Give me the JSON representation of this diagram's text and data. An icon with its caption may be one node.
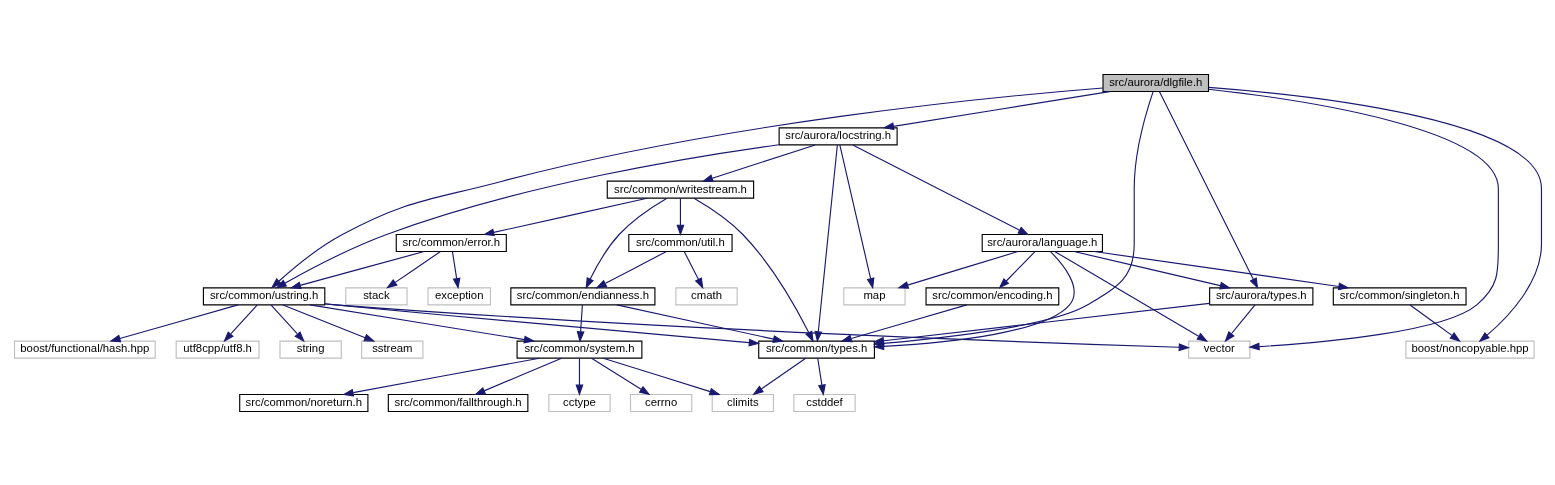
{
  "diagram": {
    "nodes": [
      {
        "text": [
          "src/aurora/dlgfile.h"
        ]
      },
      {
        "text": [
          "src/aurora/locstring.h"
        ]
      },
      {
        "text": [
          "src/common/writestream.h"
        ]
      },
      {
        "text": [
          "src/aurora/language.h"
        ]
      },
      {
        "text": [
          "src/common/error.h"
        ]
      },
      {
        "text": [
          "src/common/util.h"
        ]
      },
      {
        "text": [
          "src/aurora/types.h"
        ]
      },
      {
        "text": [
          "src/common/ustring.h"
        ]
      },
      {
        "text": [
          "src/common/encoding.h"
        ]
      },
      {
        "text": [
          "src/common/singleton.h"
        ]
      },
      {
        "text": [
          "map"
        ]
      },
      {
        "text": [
          "exception"
        ]
      },
      {
        "text": [
          "stack"
        ]
      },
      {
        "text": [
          "src/common/endianness.h"
        ]
      },
      {
        "text": [
          "cmath"
        ]
      },
      {
        "text": [
          "vector"
        ]
      },
      {
        "text": [
          "boost/functional/hash.hpp"
        ]
      },
      {
        "text": [
          "utf8cpp/utf8.h"
        ]
      },
      {
        "text": [
          "string"
        ]
      },
      {
        "text": [
          "sstream"
        ]
      },
      {
        "text": [
          "src/common/types.h"
        ]
      },
      {
        "text": [
          "src/common/system.h"
        ]
      },
      {
        "text": [
          "boost/noncopyable.hpp"
        ]
      },
      {
        "text": [
          "cstddef"
        ]
      },
      {
        "text": [
          "climits"
        ]
      },
      {
        "text": [
          "src/common/noreturn.h"
        ]
      },
      {
        "text": [
          "src/common/fallthrough.h"
        ]
      },
      {
        "text": [
          "cctype"
        ]
      },
      {
        "text": [
          "cerrno"
        ]
      }
    ],
    "edges": [
      {
        "from": 0,
        "to": 15,
        "arrow": "to"
      },
      {
        "from": 0,
        "to": 6,
        "arrow": "to"
      },
      {
        "from": 0,
        "to": 7,
        "arrow": "to"
      },
      {
        "from": 0,
        "to": 20,
        "arrow": "to"
      },
      {
        "from": 0,
        "to": 1,
        "arrow": "to"
      },
      {
        "from": 0,
        "to": 22,
        "arrow": "to"
      },
      {
        "from": 1,
        "to": 7,
        "arrow": "to"
      },
      {
        "from": 1,
        "to": 3,
        "arrow": "to"
      },
      {
        "from": 1,
        "to": 10,
        "arrow": "to"
      },
      {
        "from": 1,
        "to": 20,
        "arrow": "to"
      },
      {
        "from": 1,
        "to": 2,
        "arrow": "to"
      },
      {
        "from": 2,
        "to": 20,
        "arrow": "to"
      },
      {
        "from": 2,
        "to": 4,
        "arrow": "to"
      },
      {
        "from": 2,
        "to": 5,
        "arrow": "to"
      },
      {
        "from": 2,
        "to": 13,
        "arrow": "to"
      },
      {
        "from": 3,
        "to": 15,
        "arrow": "to"
      },
      {
        "from": 3,
        "to": 6,
        "arrow": "to"
      },
      {
        "from": 3,
        "to": 8,
        "arrow": "to"
      },
      {
        "from": 3,
        "to": 20,
        "arrow": "to"
      },
      {
        "from": 3,
        "to": 9,
        "arrow": "to"
      },
      {
        "from": 3,
        "to": 10,
        "arrow": "to"
      },
      {
        "from": 4,
        "to": 7,
        "arrow": "to"
      },
      {
        "from": 4,
        "to": 11,
        "arrow": "to"
      },
      {
        "from": 4,
        "to": 12,
        "arrow": "to"
      },
      {
        "from": 5,
        "to": 13,
        "arrow": "to"
      },
      {
        "from": 5,
        "to": 14,
        "arrow": "to"
      },
      {
        "from": 6,
        "to": 15,
        "arrow": "to"
      },
      {
        "from": 6,
        "to": 20,
        "arrow": "to"
      },
      {
        "from": 7,
        "to": 15,
        "arrow": "to"
      },
      {
        "from": 7,
        "to": 16,
        "arrow": "to"
      },
      {
        "from": 7,
        "to": 17,
        "arrow": "to"
      },
      {
        "from": 7,
        "to": 18,
        "arrow": "to"
      },
      {
        "from": 7,
        "to": 19,
        "arrow": "to"
      },
      {
        "from": 7,
        "to": 20,
        "arrow": "to"
      },
      {
        "from": 7,
        "to": 21,
        "arrow": "to"
      },
      {
        "from": 8,
        "to": 20,
        "arrow": "to"
      },
      {
        "from": 9,
        "to": 22,
        "arrow": "to"
      },
      {
        "from": 13,
        "to": 20,
        "arrow": "to"
      },
      {
        "from": 13,
        "to": 21,
        "arrow": "to"
      },
      {
        "from": 20,
        "to": 23,
        "arrow": "to"
      },
      {
        "from": 20,
        "to": 24,
        "arrow": "to"
      },
      {
        "from": 21,
        "to": 24,
        "arrow": "to"
      },
      {
        "from": 21,
        "to": 25,
        "arrow": "to"
      },
      {
        "from": 21,
        "to": 26,
        "arrow": "to"
      },
      {
        "from": 21,
        "to": 27,
        "arrow": "to"
      },
      {
        "from": 21,
        "to": 28,
        "arrow": "to"
      }
    ]
  }
}
